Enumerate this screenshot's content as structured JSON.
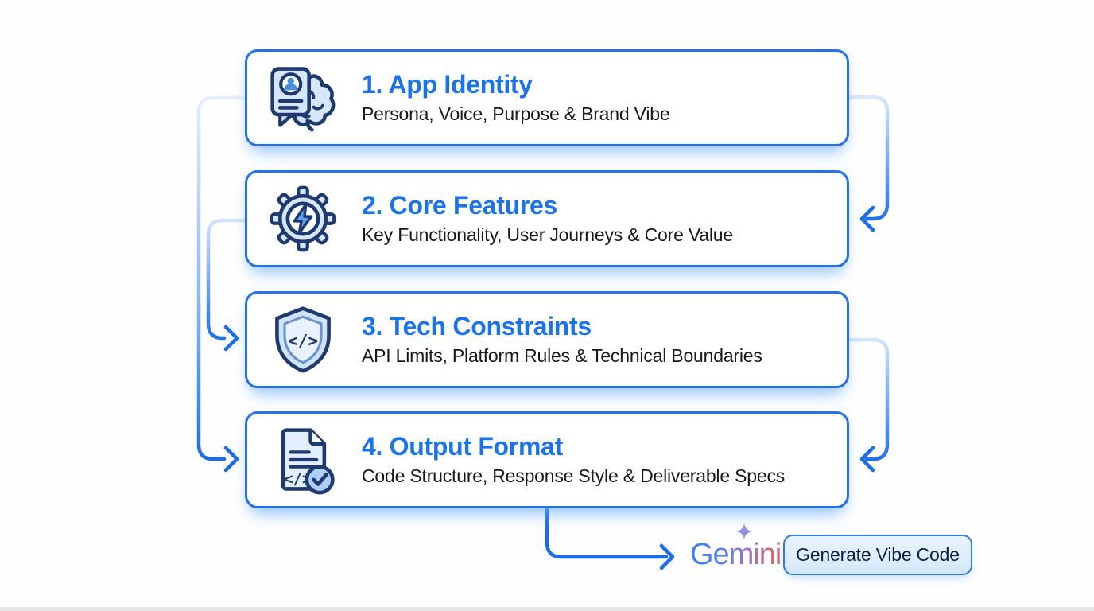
{
  "steps": [
    {
      "title": "1. App Identity",
      "subtitle": "Persona, Voice, Purpose & Brand Vibe",
      "icon": "brain-id-card-icon"
    },
    {
      "title": "2. Core Features",
      "subtitle": "Key Functionality, User Journeys & Core Value",
      "icon": "gear-lightning-icon"
    },
    {
      "title": "3. Tech Constraints",
      "subtitle": "API Limits, Platform Rules & Technical Boundaries",
      "icon": "shield-code-icon"
    },
    {
      "title": "4. Output Format",
      "subtitle": "Code Structure, Response Style & Deliverable Specs",
      "icon": "document-check-icon"
    }
  ],
  "glyphs": {
    "code": "</>"
  },
  "footer": {
    "brand": "Gemini",
    "button_label": "Generate Vibe Code"
  },
  "colors": {
    "heading_blue": "#1a73e8",
    "box_border_blue": "#2472e4",
    "connector_blue": "#1b6ee8",
    "subtitle_dark": "#17181c",
    "icon_navy": "#1e3a6e",
    "icon_fill_light": "#d7e7fb",
    "button_bg": "#d6e7fc",
    "button_border": "#2e7be6",
    "button_text": "#0d2240",
    "gemini_gradient_start": "#4285f4",
    "gemini_gradient_mid": "#9b72cb",
    "gemini_gradient_end": "#d96570"
  }
}
